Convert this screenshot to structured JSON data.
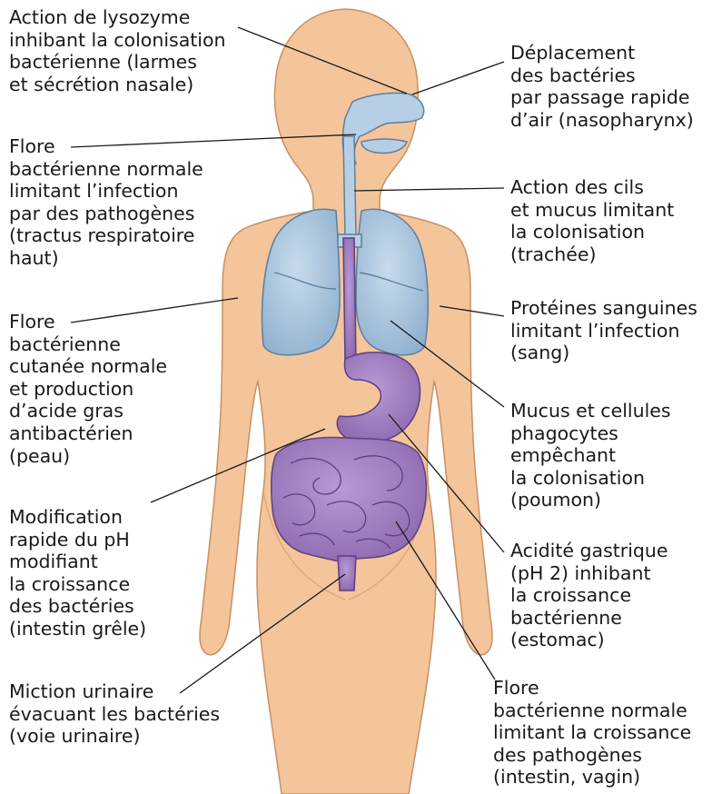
{
  "colors": {
    "skin": "#f4c59a",
    "skin_outline": "#c98f62",
    "lung": "#a8c3dc",
    "lung_outline": "#5c7f9f",
    "airway": "#b7cfe4",
    "digestive": "#9f7cc0",
    "digestive_outline": "#5e3f80",
    "leader_line": "#1a1a1a"
  },
  "labels": {
    "lysozyme": "Action de lysozyme\ninhibant la colonisation\nbactérienne (larmes\net sécrétion nasale)",
    "upper_resp_flora": "Flore\nbactérienne normale\nlimitant l’infection\npar des pathogènes\n(tractus respiratoire\nhaut)",
    "skin_flora": "Flore\nbactérienne\ncutanée normale\net production\nd’acide gras\nantibactérien\n(peau)",
    "ph_change": "Modification\nrapide du pH\nmodifiant\nla croissance\ndes bactéries\n(intestin grêle)",
    "urination": "Miction urinaire\névacuant les bactéries\n(voie urinaire)",
    "air_flow": "Déplacement\ndes bactéries\npar passage rapide\nd’air (nasopharynx)",
    "cilia": "Action des cils\net mucus limitant\nla colonisation\n(trachée)",
    "blood_proteins": "Protéines sanguines\nlimitant l’infection\n(sang)",
    "phagocytes": "Mucus et cellules\nphagocytes\nempêchant\nla colonisation\n(poumon)",
    "gastric_acidity": "Acidité gastrique\n(pH 2) inhibant\nla croissance\nbactérienne\n(estomac)",
    "gut_flora": "Flore\nbactérienne normale\nlimitant la croissance\ndes pathogènes\n(intestin, vagin)"
  }
}
